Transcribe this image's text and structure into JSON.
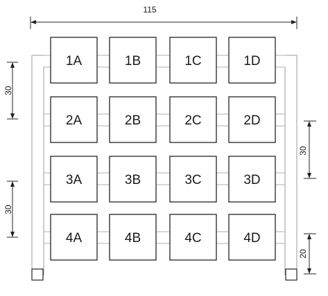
{
  "dimensions": {
    "top_width": "115",
    "left_upper": "30",
    "left_lower": "30",
    "right_middle": "30",
    "right_lower": "20"
  },
  "grid": {
    "rows": [
      [
        "1A",
        "1B",
        "1C",
        "1D"
      ],
      [
        "2A",
        "2B",
        "2C",
        "2D"
      ],
      [
        "3A",
        "3B",
        "3C",
        "3D"
      ],
      [
        "4A",
        "4B",
        "4C",
        "4D"
      ]
    ]
  }
}
